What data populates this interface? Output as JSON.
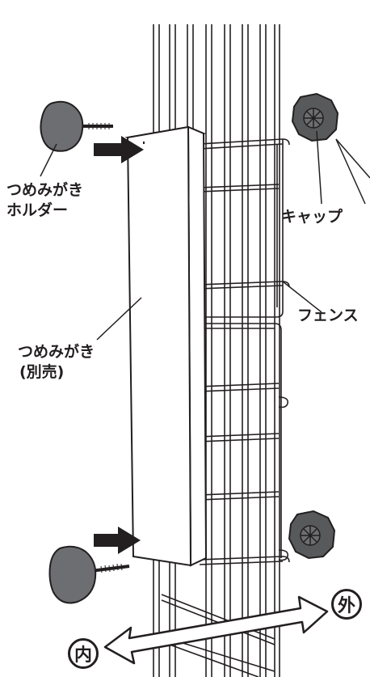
{
  "labels": {
    "scratcher_holder_line1": "つめみがき",
    "scratcher_holder_line2": "ホルダー",
    "scratcher_line1": "つめみがき",
    "scratcher_line2": "(別売)",
    "cap": "キャップ",
    "fence": "フェンス",
    "inside": "内",
    "outside": "外"
  },
  "colors": {
    "ink": "#231f20",
    "knob_fill": "#6d6e71",
    "cap_fill": "#58595b",
    "board_fill": "#ffffff"
  },
  "icons": [
    "holder-knob-icon",
    "cap-icon",
    "insert-arrow-icon",
    "double-arrow-icon"
  ]
}
